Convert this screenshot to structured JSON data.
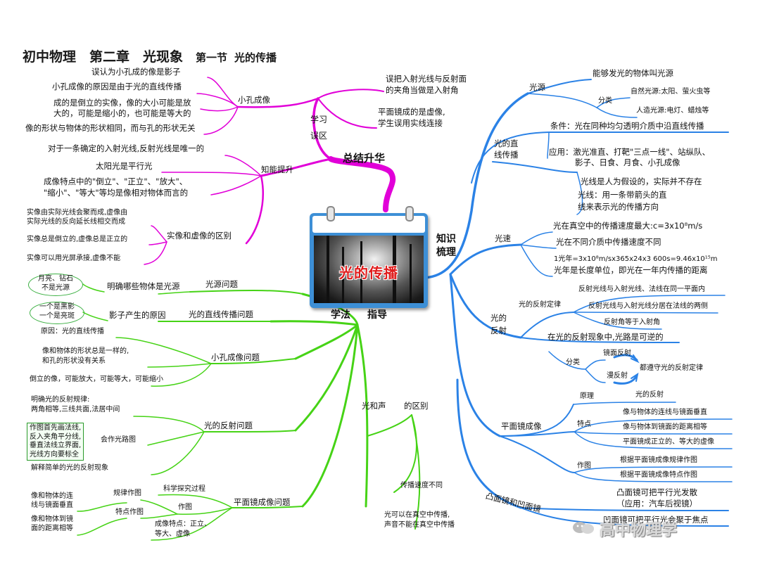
{
  "title": {
    "main": "初中物理　第二章　光现象",
    "section": "第一节",
    "topic": "光的传播"
  },
  "center": "光的传播",
  "colors": {
    "summary": "#e100d8",
    "method": "#46d316",
    "knowledge": "#2b82e6"
  },
  "branches": {
    "summary": "总结升华",
    "method_a": "学法",
    "method_b": "指导",
    "knowledge_a": "知识",
    "knowledge_b": "梳理"
  },
  "summary": {
    "xuexi": "学习",
    "wuqu": "误区",
    "pinhole": "小孔成像",
    "pinhole_items": [
      "误认为小孔成的像是影子",
      "小孔成像的原因是由于光的直线传播",
      "成的是倒立的实像，像的大小可能是放",
      "大的，可能是缩小的，也可能是等大的",
      "像的形状与物体的形状相同，而与孔的形状无关"
    ],
    "angle1": "误把入射光线与反射面",
    "angle2": "的夹角当做是入射角",
    "mirror1": "平面镜成的是虚像,",
    "mirror2": "学生误用实线连接",
    "ability": "知能提升",
    "unique": "对于一条确定的入射光线,反射光线是唯一的",
    "parallel": "太阳光是平行光",
    "feature1": "成像特点中的\"倒立\"、\"正立\"、\"放大\"、",
    "feature2": "\"缩小\"、\"等大\"等均是像相对物体而言的",
    "realvirtual": "实像和虚像的区别",
    "rv_items": [
      "实像由实际光线会聚而成,虚像由",
      "实际光线的反向延长线相交而成",
      "实像总是倒立的,虚像总是正立的",
      "实像可以用光屏承接,虚像不能"
    ]
  },
  "method": {
    "oval1": [
      "月亮、钻石",
      "不是光源"
    ],
    "identify": "明确哪些物体是光源",
    "source_q": "光源问题",
    "oval2": [
      "一个是黑影",
      "一个是亮斑"
    ],
    "shadow": "影子产生的原因",
    "straight_q": "光的直线传播问题",
    "reason": "原因：光的直线传播",
    "shape1": "像和物体的形状总是一样的,",
    "shape2": "和孔的形状没有关系",
    "inverted": "倒立的像，可能放大，可能等大，可能缩小",
    "pinhole_q": "小孔成像问题",
    "law1": "明确光的反射规律:",
    "law2": "两角相等,三线共面,法居中间",
    "box": [
      "作图首先画法线,",
      "反入夹角平分线,",
      "垂直法线立界面,",
      "光线方向要标全"
    ],
    "draw_path": "会作光路图",
    "reflect_q": "光的反射问题",
    "explain": "解释简单的光的反射现象",
    "sound_a": "光和声",
    "sound_b": "的区别",
    "speed_diff": "传播速度不同",
    "vacuum1": "光可以在真空中传播,",
    "vacuum2": "声音不能在真空中传播",
    "science": "科学探究过程",
    "law_draw": "规律作图",
    "feat_draw": "特点作图",
    "drawing": "作图",
    "img1": [
      "像和物体的连",
      "线与镜面垂直"
    ],
    "img2": [
      "像和物体到镜",
      "面的距离相等"
    ],
    "feat1": "成像特点：正立、",
    "feat2": "等大、虚像",
    "plane_q": "平面镜成像问题"
  },
  "knowledge": {
    "source": "光源",
    "source_def": "能够发光的物体叫光源",
    "classify": "分类",
    "natural": "自然光源:太阳、萤火虫等",
    "artificial": "人造光源:电灯、蜡烛等",
    "straight_a": "光的直",
    "straight_b": "线传播",
    "condition": "条件：光在同种均匀透明介质中沿直线传播",
    "app1": "应用：激光准直、打靶\"三点一线\"、站纵队、",
    "app2": "影子、日食、月食、小孔成像",
    "ray1": "光线是人为假设的，实际并不存在",
    "ray2": "光线：用一条带箭头的直",
    "ray3": "线来表示光的传播方向",
    "speed": "光速",
    "vac_speed": "光在真空中的传播速度最大:c=3x10⁸m/s",
    "diff_speed": "光在不同介质中传播速度不同",
    "ly1": "1光年=3x10⁸m/sx365x24x3 600s=9.46x10¹⁵m",
    "ly2": "光年是长度单位，即光在一年内传播的距离",
    "refl_a": "光的",
    "refl_b": "反射",
    "law": "光的反射定律",
    "law1": "反射光线与入射光线、法线在同一平面内",
    "law2": "反射光线与入射光线分居在法线的两侧",
    "law3": "反射角等于入射角",
    "reversible": "在光的反射现象中,光路是可逆的",
    "classify2": "分类",
    "mirror": "镜面反射",
    "diffuse": "漫反射",
    "obey": "都遵守光的反射定律",
    "plane": "平面镜成像",
    "principle": "原理",
    "reflection": "光的反射",
    "feature": "特点",
    "f1": "像与物体的连线与镜面垂直",
    "f2": "像与物体到镜面的距离相等",
    "f3": "平面镜成正立的、等大的虚像",
    "draw": "作图",
    "d1": "根据平面镜成像规律作图",
    "d2": "根据平面镜成像特点作图",
    "convex": "凸面镜和凹面镜",
    "cx1": "凸面镜可把平行光发散",
    "cx2": "（应用：汽车后视镜）",
    "cc1": "凹面镜可把平行光会聚于焦点"
  },
  "watermark": "高中物理学"
}
